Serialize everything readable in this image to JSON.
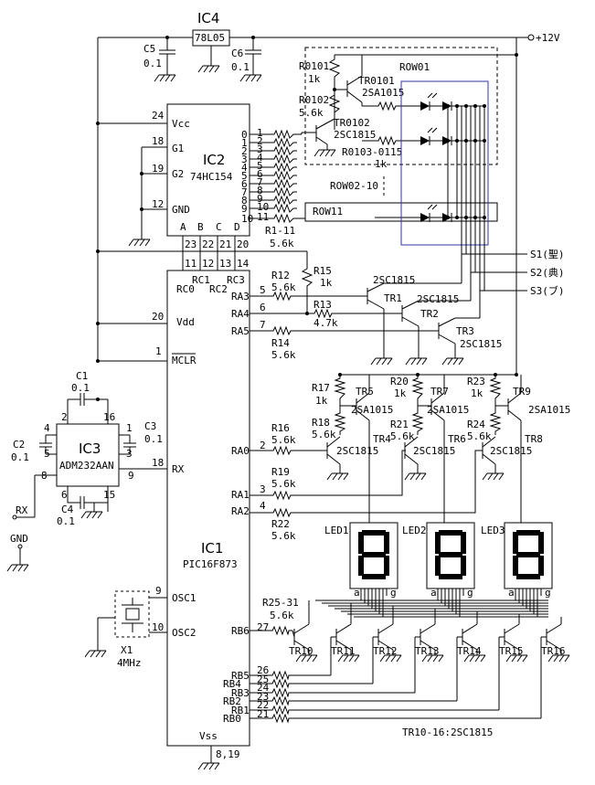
{
  "power": {
    "supply": "+12V"
  },
  "ic4": {
    "name": "IC4",
    "part": "78L05"
  },
  "caps": {
    "c5": "C5",
    "c5v": "0.1",
    "c6": "C6",
    "c6v": "0.1",
    "c1": "C1",
    "c1v": "0.1",
    "c2": "C2",
    "c2v": "0.1",
    "c3": "C3",
    "c3v": "0.1",
    "c4": "C4",
    "c4v": "0.1"
  },
  "ic2": {
    "name": "IC2",
    "part": "74HC154",
    "vcc": "Vcc",
    "g1": "G1",
    "g2": "G2",
    "gnd": "GND",
    "pin24": "24",
    "pin18": "18",
    "pin19": "19",
    "pin12": "12",
    "addr": [
      "A",
      "B",
      "C",
      "D"
    ],
    "addr_pins": [
      "23",
      "22",
      "21",
      "20"
    ],
    "rc_pins": [
      "11",
      "12",
      "13",
      "14"
    ],
    "outputs": [
      "0",
      "1",
      "2",
      "3",
      "4",
      "5",
      "6",
      "7",
      "8",
      "9",
      "10"
    ],
    "out_pins": [
      "1",
      "2",
      "3",
      "4",
      "5",
      "6",
      "7",
      "8",
      "9",
      "10",
      "11"
    ]
  },
  "row": {
    "r0101": "R0101",
    "r0101v": "1k",
    "r0102": "R0102",
    "r0102v": "5.6k",
    "tr0101": "TR0101",
    "tr0101p": "2SA1015",
    "tr0102": "TR0102",
    "tr0102p": "2SC1815",
    "r0103": "R0103-0115",
    "r0103v": "1k",
    "row01": "ROW01",
    "row0210": "ROW02-10",
    "row11": "ROW11",
    "r111": "R1-11",
    "r111v": "5.6k"
  },
  "switches": {
    "s1": "S1(聖)",
    "s2": "S2(典)",
    "s3": "S3(ブ)"
  },
  "ic1": {
    "name": "IC1",
    "part": "PIC16F873",
    "rc0": "RC0",
    "rc1": "RC1",
    "rc2": "RC2",
    "rc3": "RC3",
    "ra3": "RA3",
    "ra4": "RA4",
    "ra5": "RA5",
    "vdd": "Vdd",
    "mclr": "MCLR",
    "rx": "RX",
    "ra0": "RA0",
    "ra1": "RA1",
    "ra2": "RA2",
    "osc1": "OSC1",
    "osc2": "OSC2",
    "rb6": "RB6",
    "rb5": "RB5",
    "rb4": "RB4",
    "rb3": "RB3",
    "rb2": "RB2",
    "rb1": "RB1",
    "rb0": "RB0",
    "vss": "Vss",
    "vss_pins": "8,19",
    "p5": "5",
    "p6": "6",
    "p7": "7",
    "p20": "20",
    "p1": "1",
    "p18": "18",
    "p2": "2",
    "p3": "3",
    "p4": "4",
    "p9": "9",
    "p10": "10",
    "p27": "27",
    "p26": "26",
    "p25": "25",
    "p24": "24",
    "p23": "23",
    "p22": "22",
    "p21": "21"
  },
  "ic3": {
    "name": "IC3",
    "part": "ADM232AAN",
    "p2": "2",
    "p16": "16",
    "p1": "1",
    "p3": "3",
    "p4": "4",
    "p5": "5",
    "p8": "8",
    "p9": "9",
    "p15": "15",
    "p6": "6",
    "rx": "RX",
    "gnd": "GND"
  },
  "res": {
    "r12": "R12",
    "r12v": "5.6k",
    "r15": "R15",
    "r15v": "1k",
    "r13": "R13",
    "r13v": "4.7k",
    "r14": "R14",
    "r14v": "5.6k",
    "r17": "R17",
    "r17v": "1k",
    "r18": "R18",
    "r18v": "5.6k",
    "r16": "R16",
    "r16v": "5.6k",
    "r20": "R20",
    "r20v": "1k",
    "r21": "R21",
    "r21v": "5.6k",
    "r23": "R23",
    "r23v": "1k",
    "r24": "R24",
    "r24v": "5.6k",
    "r19": "R19",
    "r19v": "5.6k",
    "r22": "R22",
    "r22v": "5.6k",
    "r2531": "R25-31",
    "r2531v": "5.6k"
  },
  "tr": {
    "tr1": "TR1",
    "tr2": "TR2",
    "tr3": "TR3",
    "tr4": "TR4",
    "tr5": "TR5",
    "tr6": "TR6",
    "tr7": "TR7",
    "tr8": "TR8",
    "tr9": "TR9",
    "c1815": "2SC1815",
    "a1015": "2SA1015",
    "tr10": "TR10",
    "tr11": "TR11",
    "tr12": "TR12",
    "tr13": "TR13",
    "tr14": "TR14",
    "tr15": "TR15",
    "tr16": "TR16",
    "note": "TR10-16:2SC1815"
  },
  "leds": {
    "led1": "LED1",
    "led2": "LED2",
    "led3": "LED3",
    "seg_a": "a",
    "seg_g": "g"
  },
  "xtal": {
    "name": "X1",
    "freq": "4MHz"
  }
}
